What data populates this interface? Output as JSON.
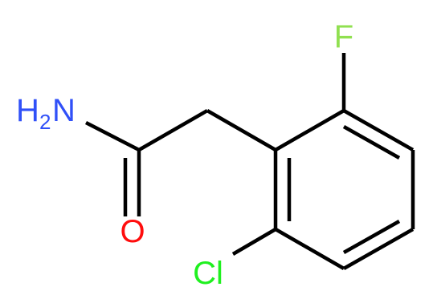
{
  "structure": {
    "atoms": {
      "nitrogen": {
        "symbol": "N",
        "h_prefix": "H",
        "h_count": "2",
        "color": "#3050F8"
      },
      "oxygen": {
        "symbol": "O",
        "color": "#FF0D0D"
      },
      "fluorine": {
        "symbol": "F",
        "color": "#90E050"
      },
      "chlorine": {
        "symbol": "Cl",
        "color": "#1FF01F"
      }
    },
    "bond_color": "#000000"
  }
}
